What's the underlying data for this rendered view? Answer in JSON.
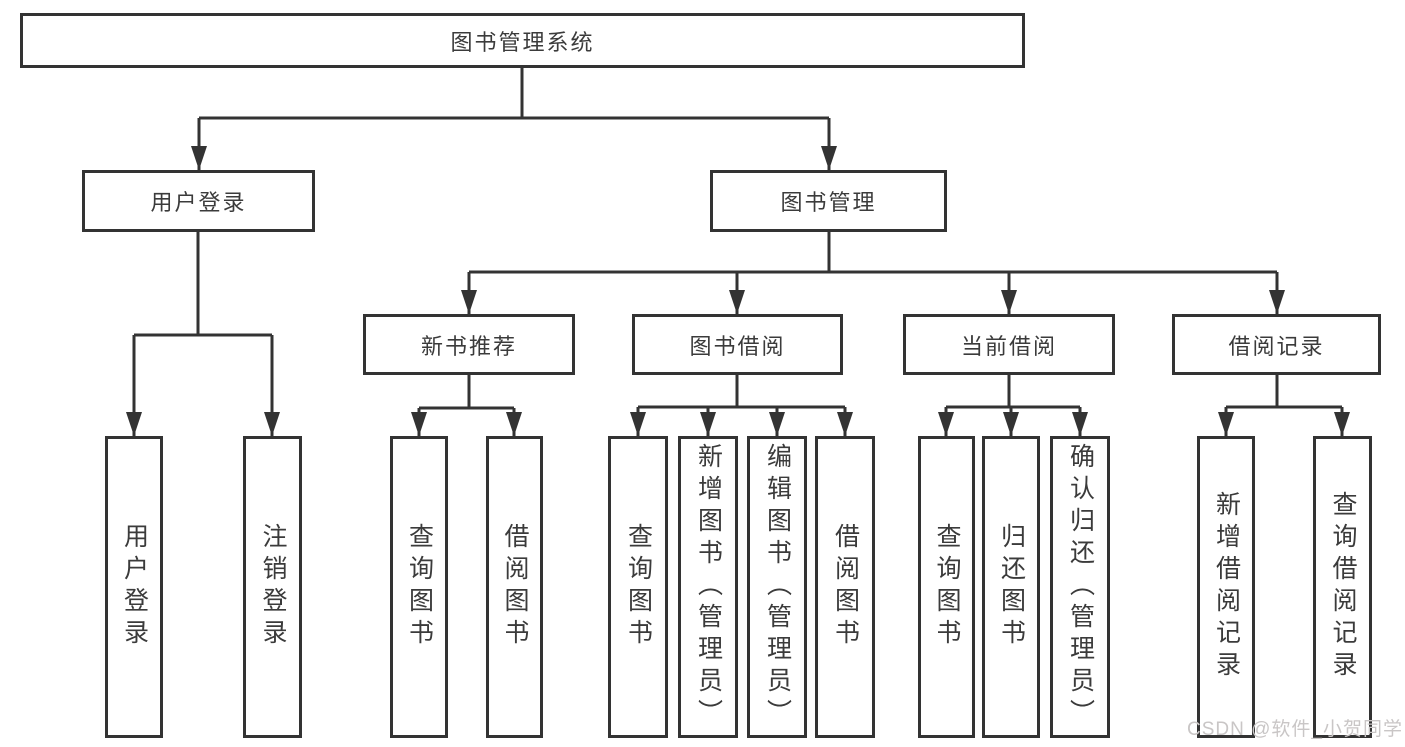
{
  "diagram": {
    "root_label": "图书管理系统",
    "level2": [
      "用户登录",
      "图书管理"
    ],
    "level3": [
      "新书推荐",
      "图书借阅",
      "当前借阅",
      "借阅记录"
    ],
    "leaves": {
      "user_login": [
        "用户登录",
        "注销登录"
      ],
      "new_book_recommend": [
        "查询图书",
        "借阅图书"
      ],
      "book_borrowing": [
        "查询图书",
        "新增图书（管理员）",
        "编辑图书（管理员）",
        "借阅图书"
      ],
      "current_borrowing": [
        "查询图书",
        "归还图书",
        "确认归还（管理员）"
      ],
      "borrowing_records": [
        "新增借阅记录",
        "查询借阅记录"
      ]
    }
  },
  "watermark": "CSDN @软件_小贺同学",
  "colors": {
    "line": "#333333",
    "text": "#3b3b3b",
    "watermark": "#c9c6c6",
    "background": "#ffffff"
  }
}
